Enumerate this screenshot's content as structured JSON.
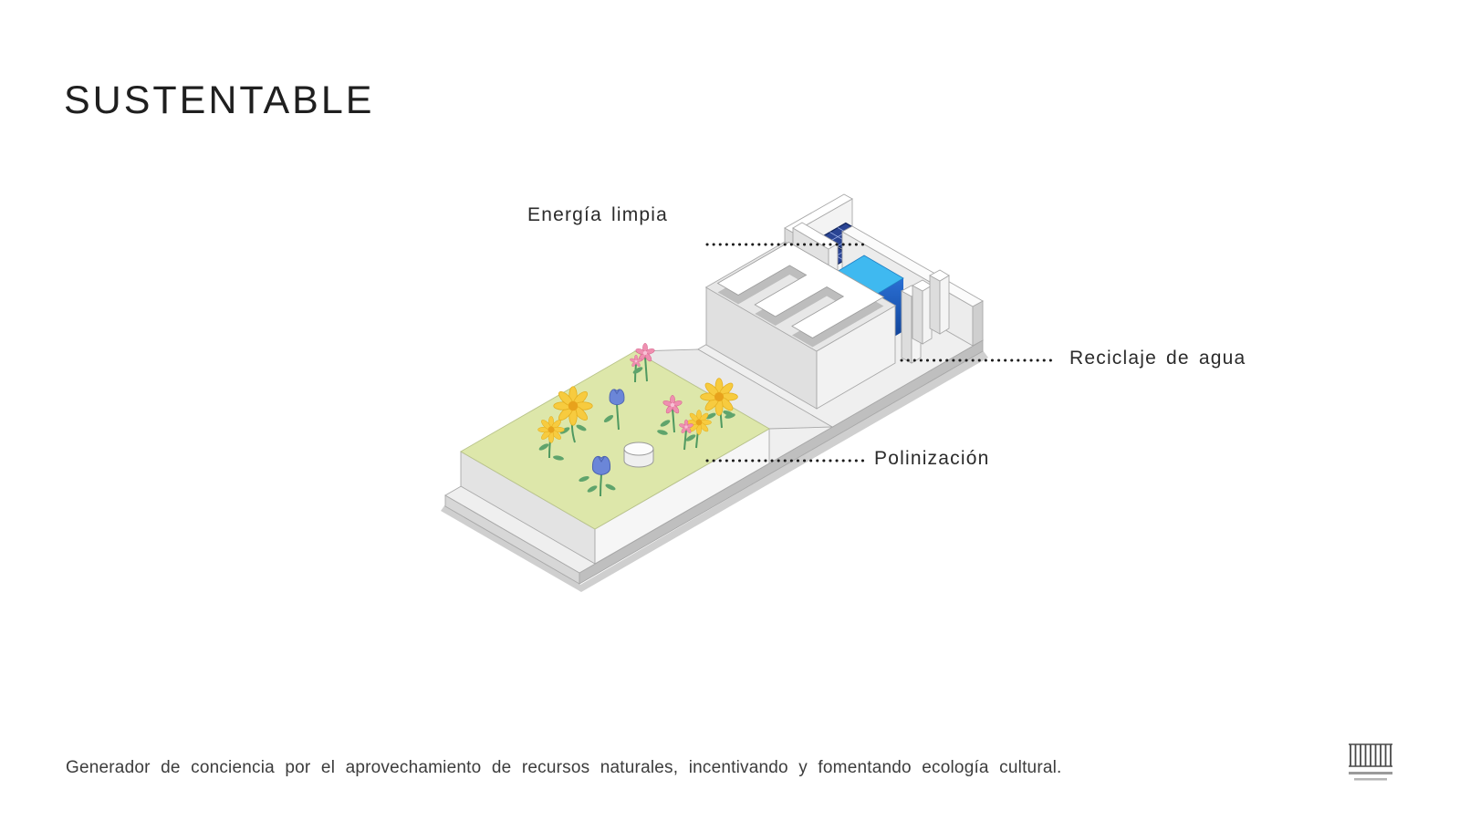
{
  "slide": {
    "title": "SUSTENTABLE",
    "footer": "Generador de conciencia por el aprovechamiento de recursos naturales, incentivando y fomentando ecología cultural."
  },
  "diagram": {
    "labels": {
      "clean_energy": "Energía limpia",
      "water_recycling": "Reciclaje de agua",
      "pollination": "Polinización"
    },
    "colors": {
      "garden_green": "#dde7aa",
      "water_blue_light": "#7fdcf8",
      "water_blue_dark": "#0d3d91",
      "solar_panel_blue": "#2a4494",
      "flower_yellow": "#f7cb3f",
      "flower_pink": "#ef8fb0",
      "flower_blue": "#6b86d8",
      "stem_green": "#4f9960",
      "slab_gray": "#bfbfbf"
    }
  },
  "logo": {
    "icon": "fence-gate-icon"
  }
}
